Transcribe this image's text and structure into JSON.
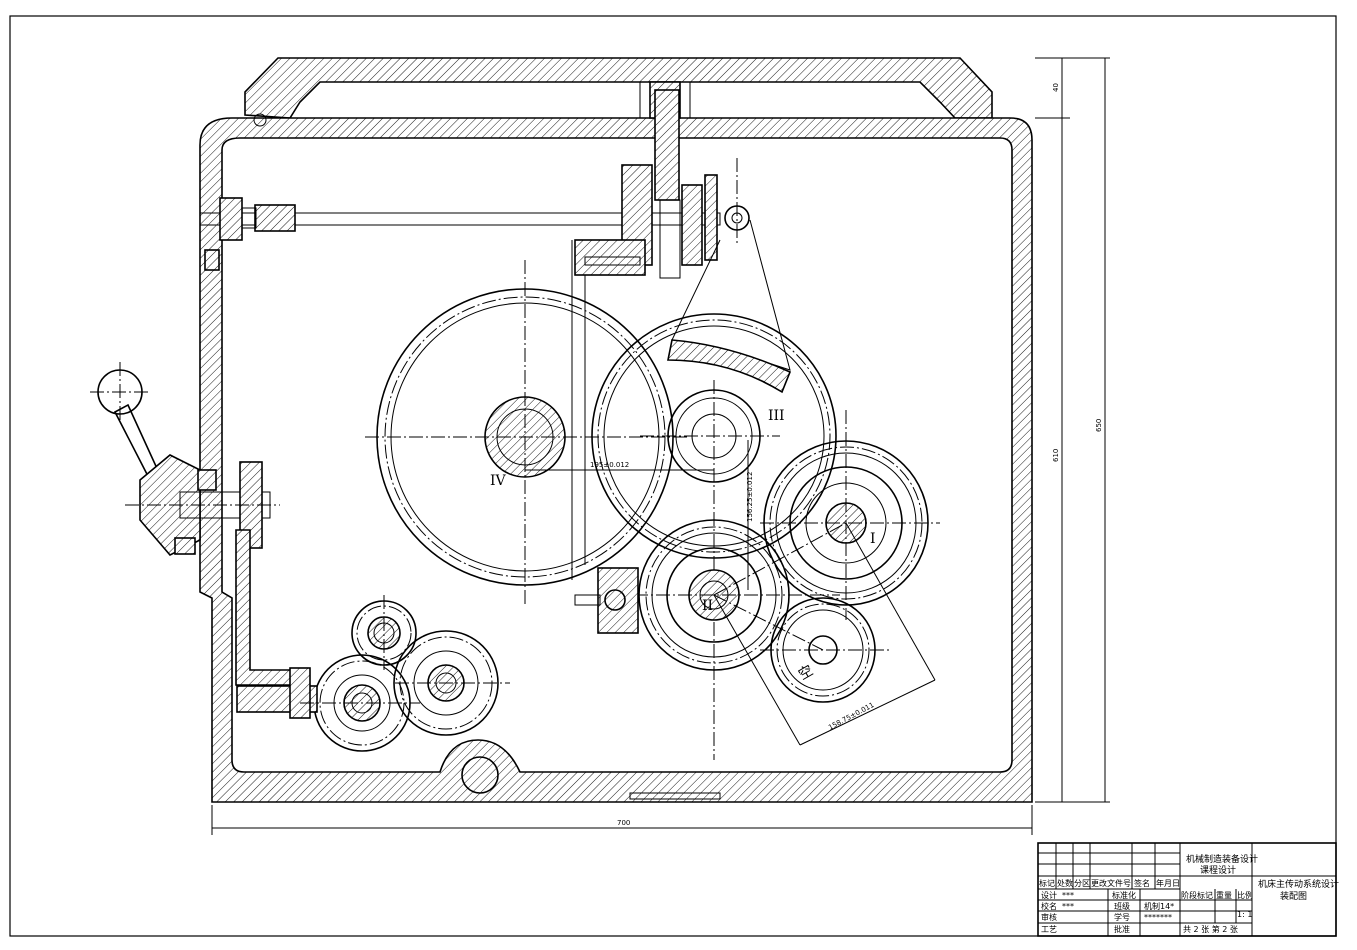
{
  "drawing": {
    "roman_labels": {
      "I": "I",
      "II": "II",
      "III": "III",
      "IV": "IV"
    },
    "idle_label": "空",
    "dimensions": {
      "width_overall": "700",
      "height_inner": "610",
      "height_overall": "650",
      "top_thickness": "40",
      "center_III_IV": "195±0.012",
      "center_II_III": "156.25±0.012",
      "center_I_II": "158.75±0.011"
    }
  },
  "title_block": {
    "course": "机械制造装备设计",
    "course_sub": "课程设计",
    "drawing_title": "机床主传动系统设计",
    "drawing_subtitle": "装配图",
    "headers": [
      "标记",
      "处数",
      "分区",
      "更改文件号",
      "签名",
      "年月日"
    ],
    "rows": [
      {
        "label": "设计",
        "name": "***",
        "field": "标准化",
        "value": ""
      },
      {
        "label": "校名",
        "name": "***",
        "field": "班级",
        "value": "机制14*"
      },
      {
        "label": "审核",
        "name": "",
        "field": "学号",
        "value": "*******"
      },
      {
        "label": "工艺",
        "name": "",
        "field": "批准",
        "value": ""
      }
    ],
    "stage_label": "阶段标记",
    "weight_label": "重量",
    "scale_label": "比例",
    "scale_value": "1: 1",
    "sheet_info": "共 2 张  第 2 张"
  }
}
